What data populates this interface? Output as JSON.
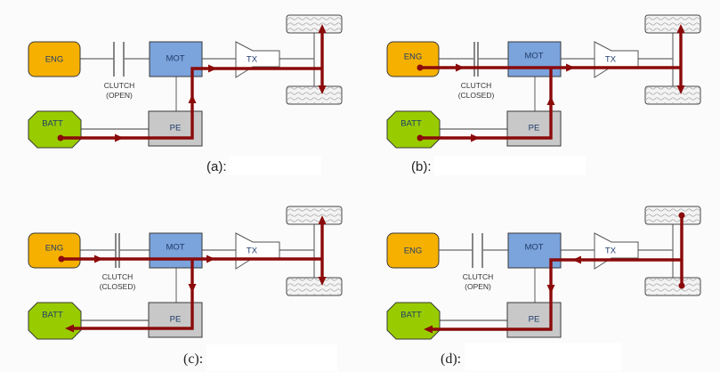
{
  "colors": {
    "background": "#fbfbfb",
    "engine": "#F5B000",
    "motor": "#7BA3DC",
    "power_electronics": "#C8C8C8",
    "battery": "#99CC00",
    "wheel": "#F3F3F3",
    "power_flow": "#8B0A0A",
    "component_text": "#1F3D6B"
  },
  "panels": [
    {
      "caption": "(a):",
      "labels": {
        "engine": "ENG",
        "motor": "MOT",
        "transmission": "TX",
        "power_electronics": "PE",
        "battery": "BATT",
        "clutch": "CLUTCH",
        "clutch_state": "(OPEN)"
      },
      "clutch_closed": false,
      "power_flow": [
        [
          "BATT",
          "PE",
          "MOT",
          "TX",
          "WHEELS"
        ]
      ]
    },
    {
      "caption": "(b):",
      "labels": {
        "engine": "ENG",
        "motor": "MOT",
        "transmission": "TX",
        "power_electronics": "PE",
        "battery": "BATT",
        "clutch": "CLUTCH",
        "clutch_state": "(CLOSED)"
      },
      "clutch_closed": true,
      "power_flow": [
        [
          "ENG",
          "CLUTCH",
          "MOT",
          "TX",
          "WHEELS"
        ],
        [
          "BATT",
          "PE",
          "MOT"
        ]
      ]
    },
    {
      "caption": "(c):",
      "labels": {
        "engine": "ENG",
        "motor": "MOT",
        "transmission": "TX",
        "power_electronics": "PE",
        "battery": "BATT",
        "clutch": "CLUTCH",
        "clutch_state": "(CLOSED)"
      },
      "clutch_closed": true,
      "power_flow": [
        [
          "ENG",
          "CLUTCH",
          "MOT",
          "TX",
          "WHEELS"
        ],
        [
          "MOT",
          "PE",
          "BATT"
        ]
      ]
    },
    {
      "caption": "(d):",
      "labels": {
        "engine": "ENG",
        "motor": "MOT",
        "transmission": "TX",
        "power_electronics": "PE",
        "battery": "BATT",
        "clutch": "CLUTCH",
        "clutch_state": "(OPEN)"
      },
      "clutch_closed": false,
      "power_flow": [
        [
          "WHEELS",
          "TX",
          "MOT",
          "PE",
          "BATT"
        ]
      ]
    }
  ]
}
